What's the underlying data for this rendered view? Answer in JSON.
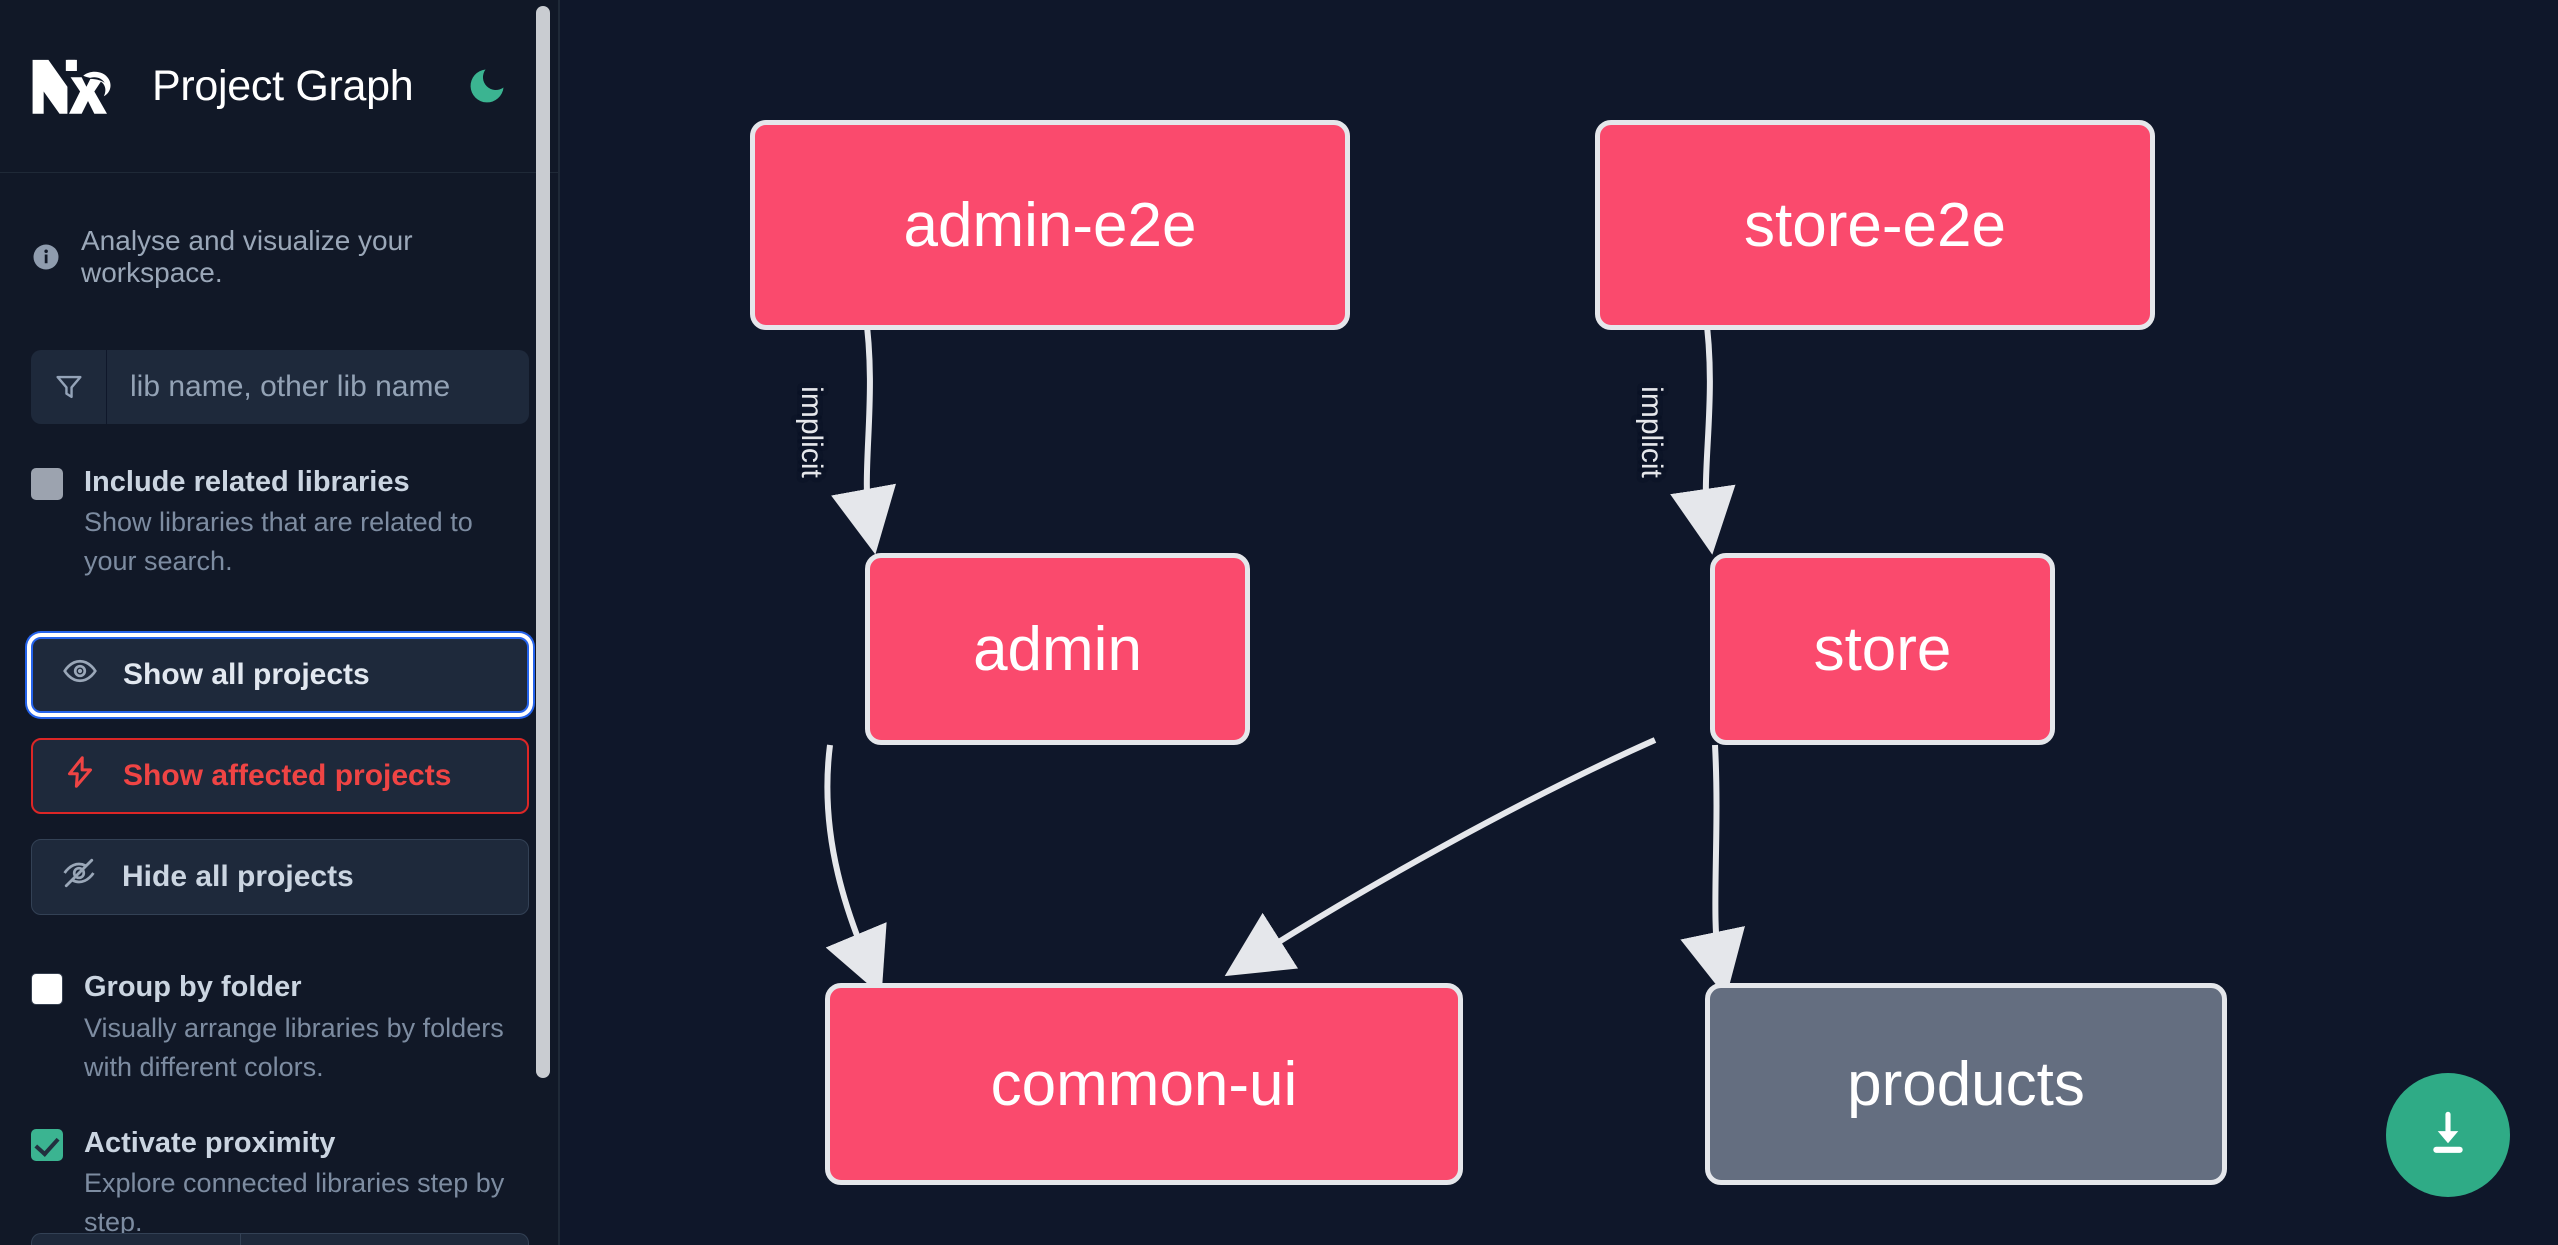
{
  "app": {
    "title": "Project Graph",
    "logo_name": "nx-logo",
    "theme_toggle_icon": "moon-icon",
    "theme_accent": "#3bb491",
    "background": "#0f172a",
    "sidebar_background": "#111827"
  },
  "sidebar": {
    "tagline": "Analyse and visualize your workspace.",
    "tagline_icon": "info-icon",
    "filter": {
      "icon": "funnel-icon",
      "placeholder": "lib name, other lib name",
      "value": ""
    },
    "options_top": [
      {
        "label": "Include related libraries",
        "description": "Show libraries that are related to your search.",
        "checked": false,
        "state": "gray"
      }
    ],
    "buttons": [
      {
        "label": "Show all projects",
        "icon": "eye-icon",
        "style": "focused",
        "accent": "#2563eb"
      },
      {
        "label": "Show affected projects",
        "icon": "lightning-bolt-icon",
        "style": "danger",
        "accent": "#ef4444"
      },
      {
        "label": "Hide all projects",
        "icon": "eye-slash-icon",
        "style": "plain",
        "accent": "#cbd5e1"
      }
    ],
    "options_bottom": [
      {
        "label": "Group by folder",
        "description": "Visually arrange libraries by folders with different colors.",
        "checked": false,
        "state": "white"
      },
      {
        "label": "Activate proximity",
        "description": "Explore connected libraries step by step.",
        "checked": true,
        "state": "green"
      }
    ]
  },
  "graph": {
    "node_color_active": "#fa4a6d",
    "node_color_inactive": "#646e80",
    "node_border": "#e5e7eb",
    "edge_color": "#e5e7eb",
    "nodes": [
      {
        "id": "admin-e2e",
        "label": "admin-e2e",
        "state": "active"
      },
      {
        "id": "store-e2e",
        "label": "store-e2e",
        "state": "active"
      },
      {
        "id": "admin",
        "label": "admin",
        "state": "active"
      },
      {
        "id": "store",
        "label": "store",
        "state": "active"
      },
      {
        "id": "common-ui",
        "label": "common-ui",
        "state": "active"
      },
      {
        "id": "products",
        "label": "products",
        "state": "inactive"
      }
    ],
    "edges": [
      {
        "from": "admin-e2e",
        "to": "admin",
        "label": "implicit"
      },
      {
        "from": "store-e2e",
        "to": "store",
        "label": "implicit"
      },
      {
        "from": "admin",
        "to": "common-ui",
        "label": ""
      },
      {
        "from": "store",
        "to": "common-ui",
        "label": ""
      },
      {
        "from": "store",
        "to": "products",
        "label": ""
      }
    ],
    "download_button": {
      "icon": "download-icon",
      "color": "#2fab86"
    }
  }
}
